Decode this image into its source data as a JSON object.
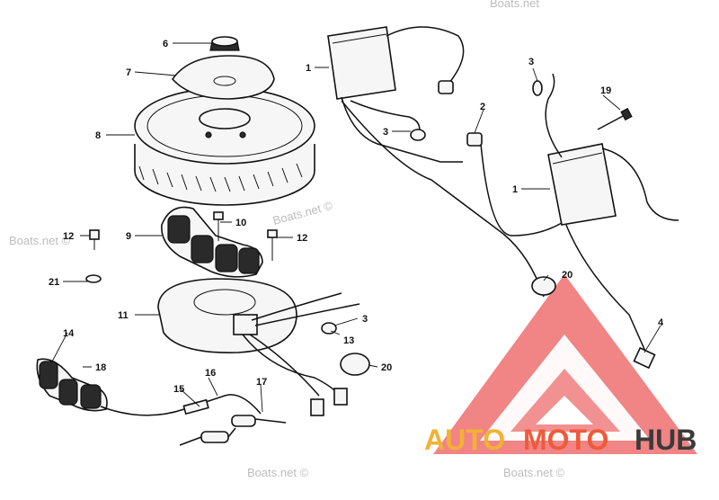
{
  "watermarks": {
    "top_right": "Boats.net",
    "left": "Boats.net ©",
    "mid": "Boats.net ©",
    "bottom_left": "Boats.net ©",
    "bottom_right": "Boats.net ©"
  },
  "logo": {
    "auto": "AUTO",
    "moto": "MOTO",
    "hub": "HUB",
    "colors": {
      "auto": "#f2b233",
      "moto": "#ef5a3c",
      "hub": "#3b3b3b",
      "triangle": "#ee6e6e"
    }
  },
  "callouts": {
    "c1a": "1",
    "c1b": "1",
    "c2": "2",
    "c3a": "3",
    "c3b": "3",
    "c3c": "3",
    "c4": "4",
    "c6": "6",
    "c7": "7",
    "c8": "8",
    "c9": "9",
    "c10": "10",
    "c11": "11",
    "c12a": "12",
    "c12b": "12",
    "c13": "13",
    "c14": "14",
    "c15": "15",
    "c16": "16",
    "c17": "17",
    "c18": "18",
    "c19": "19",
    "c20a": "20",
    "c20b": "20",
    "c21": "21"
  }
}
